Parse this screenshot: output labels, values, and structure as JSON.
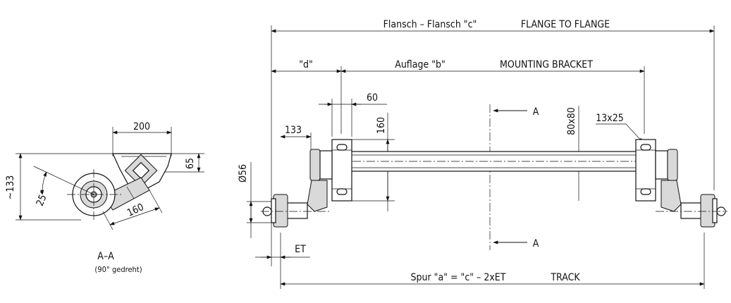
{
  "front_view": {
    "flange_to_flange_de": "Flansch – Flansch \"c\"",
    "flange_to_flange_en": "FLANGE TO FLANGE",
    "bracket_offset_label": "\"d\"",
    "mounting_bracket_de": "Auflage \"b\"",
    "mounting_bracket_en": "MOUNTING BRACKET",
    "bracket_width": "60",
    "bracket_height": "160",
    "flange_offset": "133",
    "axle_section": "80x80",
    "slot_size": "13x25",
    "section_mark_top": "A",
    "section_mark_bottom": "A",
    "hub_diameter": "Ø56",
    "et_label": "ET",
    "track_de": "Spur \"a\" = \"c\" – 2xET",
    "track_en": "TRACK"
  },
  "section_view": {
    "width": "200",
    "height_left": "~133",
    "height_right": "65",
    "angle": "25°",
    "arm_length": "160",
    "title": "A–A",
    "subtitle": "(90° gedreht)"
  }
}
